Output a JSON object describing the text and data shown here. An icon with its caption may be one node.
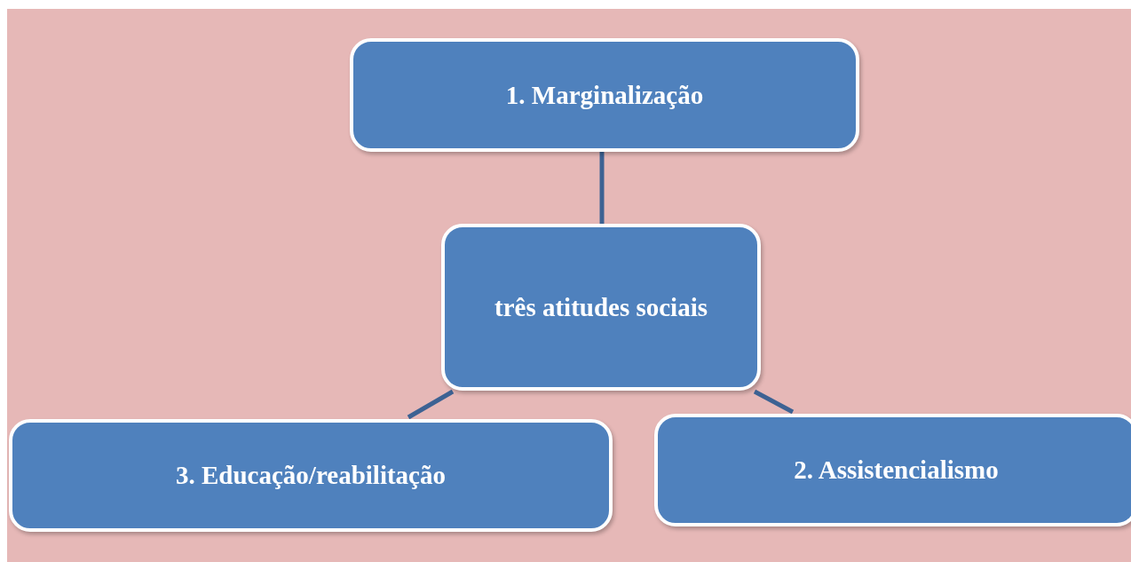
{
  "diagram": {
    "nodes": [
      {
        "text": [
          "1. Marginalização"
        ]
      },
      {
        "text": [
          "três atitudes sociais"
        ]
      },
      {
        "text": [
          "3. Educação/reabilitação"
        ]
      },
      {
        "text": [
          "2. Assistencialismo"
        ]
      }
    ],
    "edges": [
      {
        "from": 1,
        "to": 0,
        "arrow": "none"
      },
      {
        "from": 1,
        "to": 2,
        "arrow": "none"
      },
      {
        "from": 1,
        "to": 3,
        "arrow": "none"
      }
    ]
  }
}
